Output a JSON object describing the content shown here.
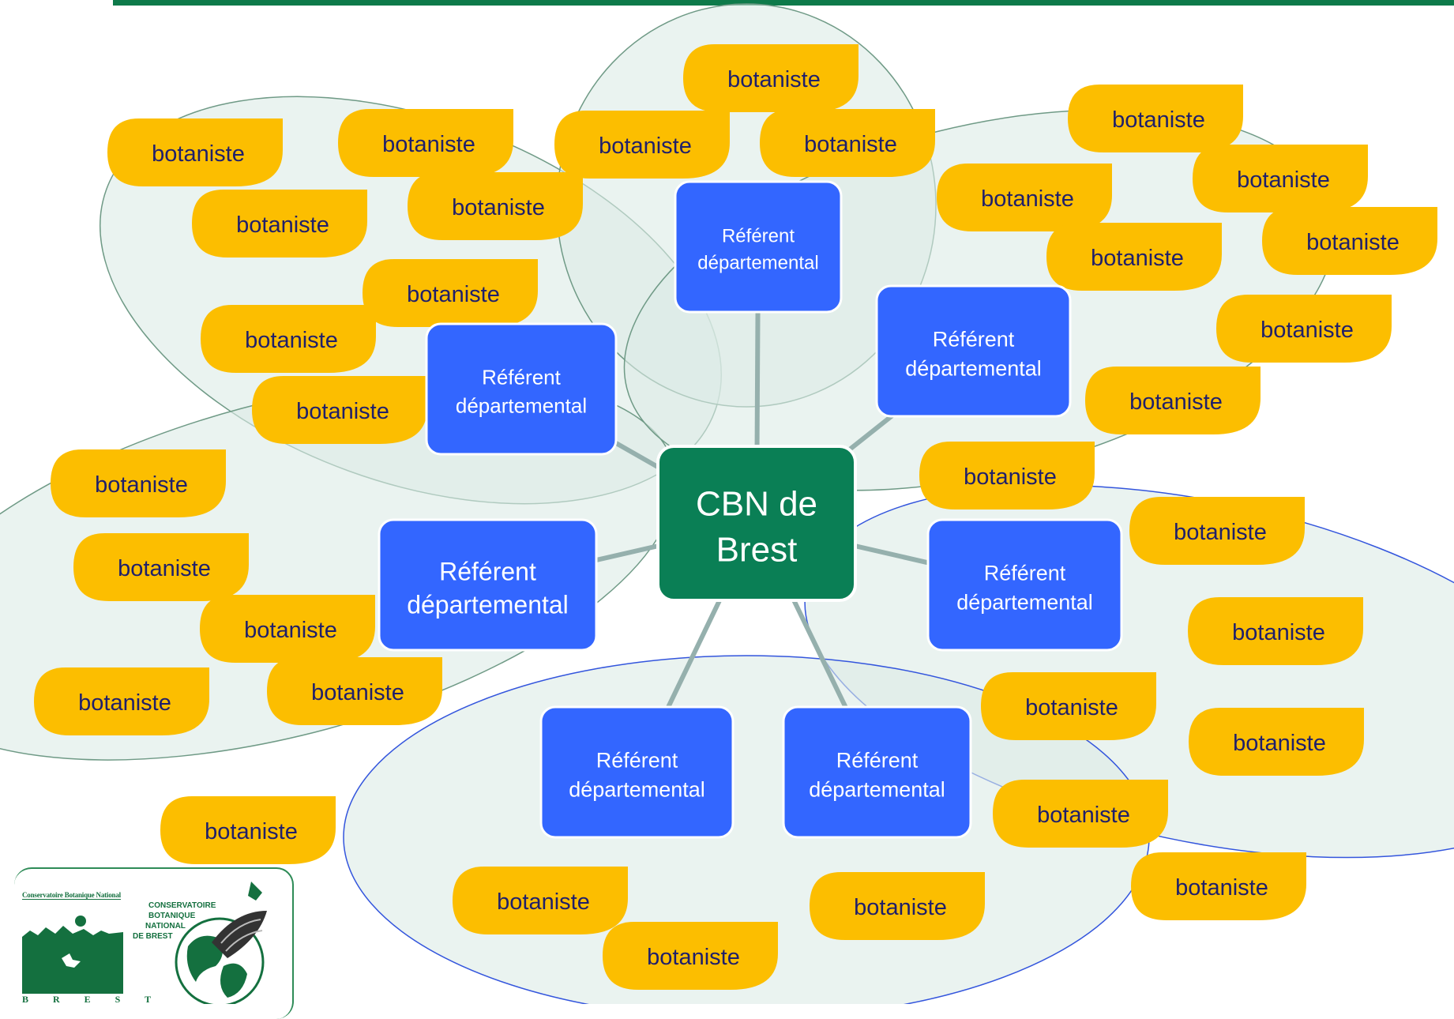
{
  "center": {
    "label_line1": "CBN de",
    "label_line2": "Brest"
  },
  "referent": {
    "line1": "Référent",
    "line2": "départemental"
  },
  "botaniste_label": "botaniste",
  "colors": {
    "center_fill": "#0a7f55",
    "referent_fill": "#3366ff",
    "botaniste_fill": "#fcbe00",
    "text_dark": "#1f1f6b",
    "cluster_fill": "#dcebe6",
    "cluster_stroke": "#6f9a86",
    "blue_stroke": "#3355dd",
    "connector": "#95b0ad",
    "top_bar": "#0e7a4a"
  },
  "logo": {
    "header": "Conservatoire Botanique National",
    "line1": "CONSERVATOIRE",
    "line2": "BOTANIQUE",
    "line3": "NATIONAL",
    "line4": "DE BREST",
    "footer": "B R E S T"
  }
}
